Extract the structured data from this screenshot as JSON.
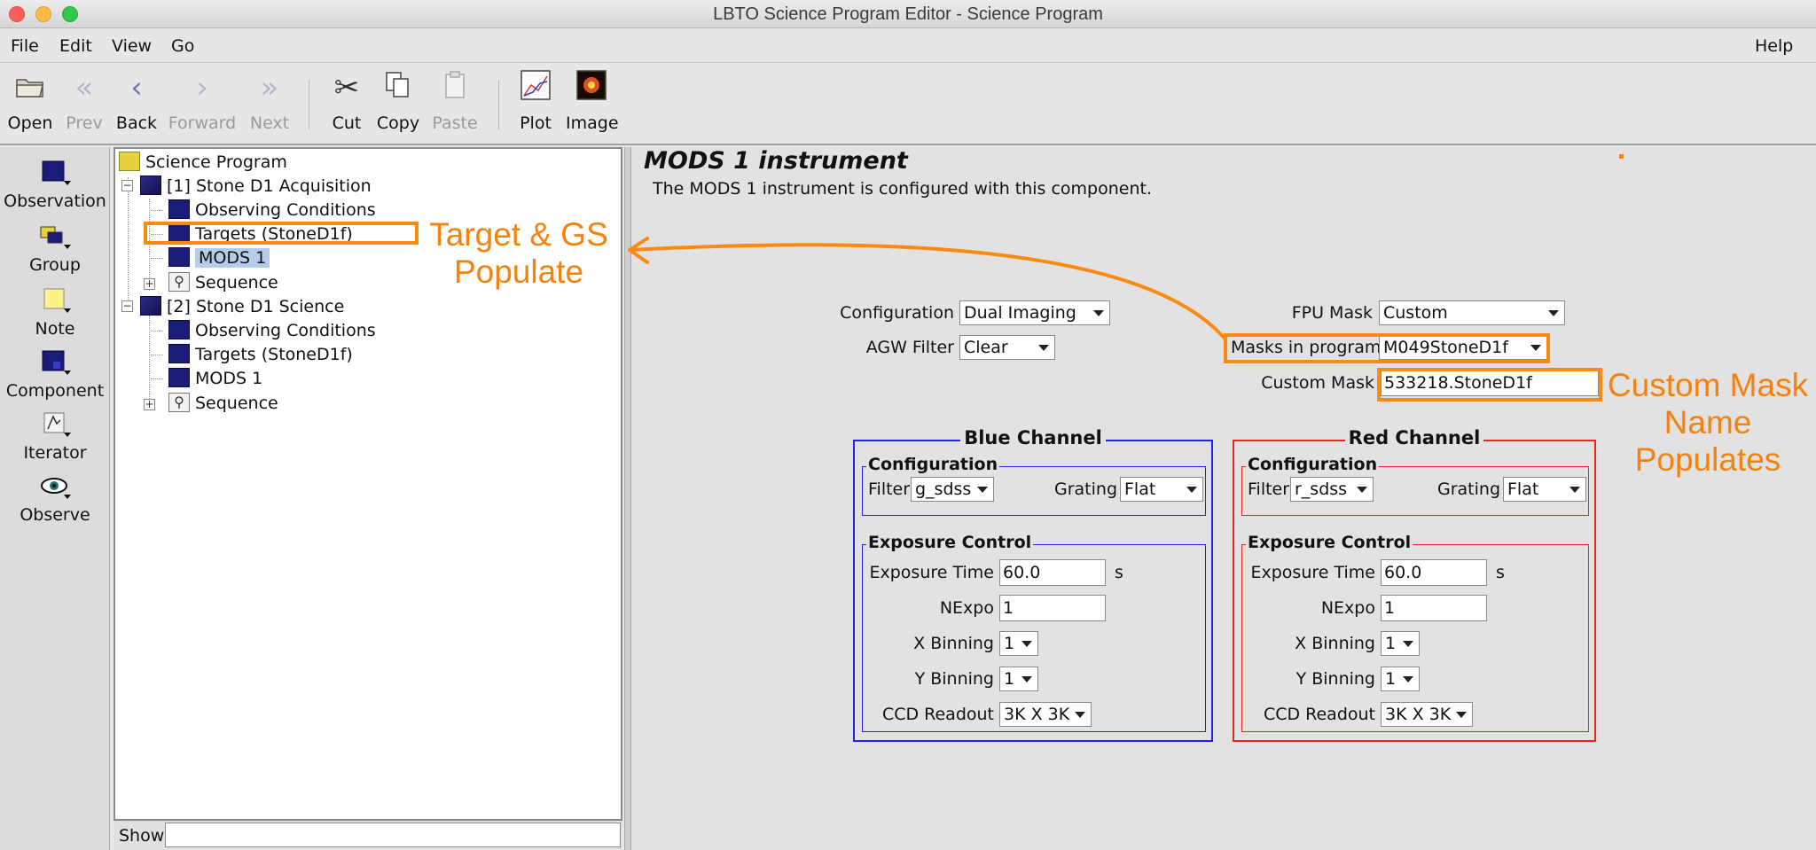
{
  "window": {
    "title": "LBTO Science Program Editor - Science Program"
  },
  "menu": {
    "file": "File",
    "edit": "Edit",
    "view": "View",
    "go": "Go",
    "help": "Help"
  },
  "toolbar": {
    "open": "Open",
    "prev": "Prev",
    "back": "Back",
    "forward": "Forward",
    "next": "Next",
    "cut": "Cut",
    "copy": "Copy",
    "paste": "Paste",
    "plot": "Plot",
    "image": "Image"
  },
  "palette": {
    "observation": "Observation",
    "group": "Group",
    "note": "Note",
    "component": "Component",
    "iterator": "Iterator",
    "observe": "Observe"
  },
  "tree": {
    "root": "Science Program",
    "obs1": {
      "label": "[1] Stone D1 Acquisition",
      "conditions": "Observing Conditions",
      "targets": "Targets (StoneD1f)",
      "instrument": "MODS 1",
      "sequence": "Sequence"
    },
    "obs2": {
      "label": "[2] Stone D1 Science",
      "conditions": "Observing Conditions",
      "targets": "Targets (StoneD1f)",
      "instrument": "MODS 1",
      "sequence": "Sequence"
    },
    "show_label": "Show",
    "show_value": ""
  },
  "editor": {
    "title": "MODS 1 instrument",
    "description": "The MODS 1 instrument is configured with this component.",
    "configuration_label": "Configuration",
    "configuration_value": "Dual Imaging",
    "agw_label": "AGW Filter",
    "agw_value": "Clear",
    "fpu_label": "FPU Mask",
    "fpu_value": "Custom",
    "masks_label": "Masks in program",
    "masks_value": "M049StoneD1f",
    "custom_label": "Custom Mask",
    "custom_value": "533218.StoneD1f",
    "blue": {
      "title": "Blue Channel",
      "config_title": "Configuration",
      "filter_label": "Filter",
      "filter_value": "g_sdss",
      "grating_label": "Grating",
      "grating_value": "Flat",
      "exposure_title": "Exposure Control",
      "exptime_label": "Exposure Time",
      "exptime_value": "60.0",
      "exptime_unit": "s",
      "nexpo_label": "NExpo",
      "nexpo_value": "1",
      "xbin_label": "X Binning",
      "xbin_value": "1",
      "ybin_label": "Y Binning",
      "ybin_value": "1",
      "ccd_label": "CCD Readout",
      "ccd_value": "3K X 3K"
    },
    "red": {
      "title": "Red Channel",
      "config_title": "Configuration",
      "filter_label": "Filter",
      "filter_value": "r_sdss",
      "grating_label": "Grating",
      "grating_value": "Flat",
      "exposure_title": "Exposure Control",
      "exptime_label": "Exposure Time",
      "exptime_value": "60.0",
      "exptime_unit": "s",
      "nexpo_label": "NExpo",
      "nexpo_value": "1",
      "xbin_label": "X Binning",
      "xbin_value": "1",
      "ybin_label": "Y Binning",
      "ybin_value": "1",
      "ccd_label": "CCD Readout",
      "ccd_value": "3K X 3K"
    }
  },
  "annotations": {
    "target_line1": "Target & GS",
    "target_line2": "Populate",
    "custom_line1": "Custom Mask",
    "custom_line2": "Name",
    "custom_line3": "Populates",
    "color": "#f5820f"
  }
}
